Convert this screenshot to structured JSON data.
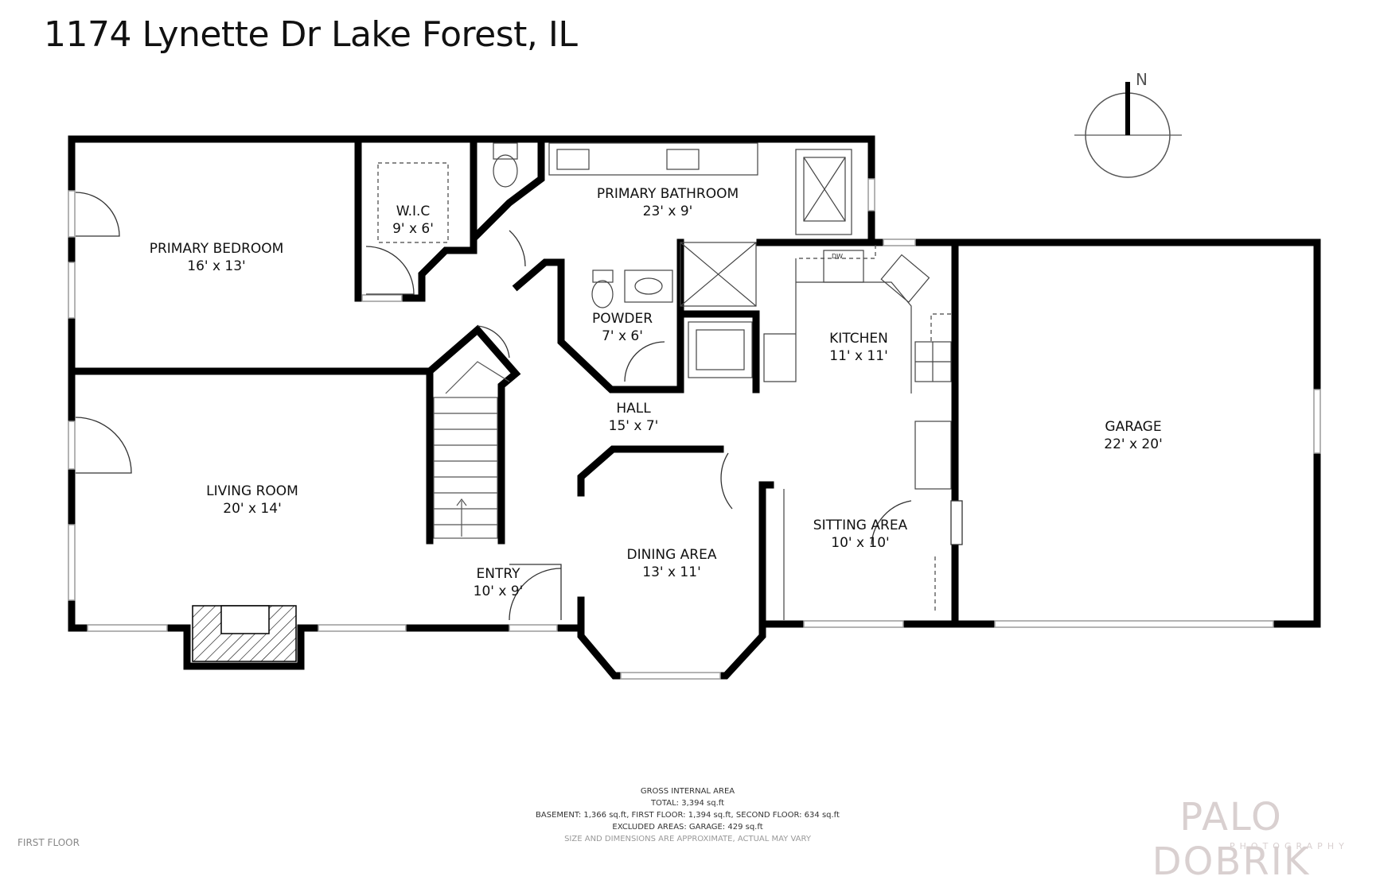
{
  "title": "1174 Lynette Dr Lake Forest, IL",
  "compass": {
    "label": "N"
  },
  "rooms": [
    {
      "name": "PRIMARY BEDROOM",
      "size": "16' x 13'"
    },
    {
      "name": "W.I.C",
      "size": "9' x 6'"
    },
    {
      "name": "PRIMARY BATHROOM",
      "size": "23' x 9'"
    },
    {
      "name": "POWDER",
      "size": "7' x 6'"
    },
    {
      "name": "KITCHEN",
      "size": "11' x 11'"
    },
    {
      "name": "GARAGE",
      "size": "22' x 20'"
    },
    {
      "name": "HALL",
      "size": "15' x 7'"
    },
    {
      "name": "LIVING ROOM",
      "size": "20' x 14'"
    },
    {
      "name": "DINING AREA",
      "size": "13' x 11'"
    },
    {
      "name": "SITTING AREA",
      "size": "10' x 10'"
    },
    {
      "name": "ENTRY",
      "size": "10' x 9'"
    }
  ],
  "appliance_label": "DW",
  "area_summary": {
    "heading": "GROSS INTERNAL AREA",
    "total": "TOTAL: 3,394 sq.ft",
    "floors": "BASEMENT: 1,366 sq.ft, FIRST FLOOR: 1,394 sq.ft, SECOND FLOOR: 634 sq.ft",
    "excluded": "EXCLUDED AREAS: GARAGE: 429 sq.ft",
    "disclaimer": "SIZE AND DIMENSIONS ARE APPROXIMATE, ACTUAL MAY VARY"
  },
  "floor_label": "FIRST FLOOR",
  "brand": {
    "name": "PALO DOBRIK",
    "tagline": "PHOTOGRAPHY"
  },
  "colors": {
    "wall": "#000000",
    "window": "#9a9a9a",
    "fixture": "#444444",
    "watermark": "#d9d0d0"
  }
}
